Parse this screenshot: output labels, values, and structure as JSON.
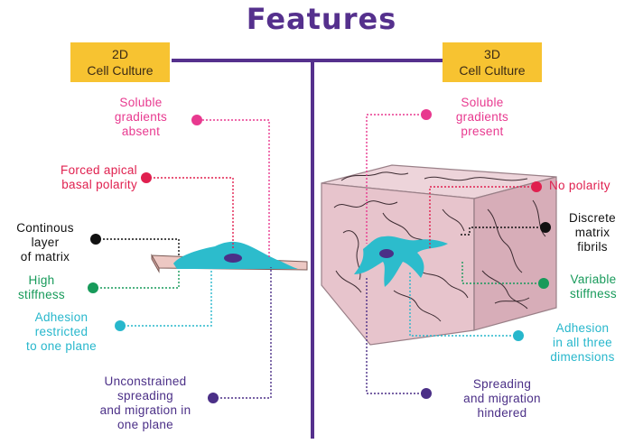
{
  "title": "Features",
  "columns": {
    "left": {
      "line1": "2D",
      "line2": "Cell Culture"
    },
    "right": {
      "line1": "3D",
      "line2": "Cell Culture"
    }
  },
  "left_labels": {
    "soluble": [
      "Soluble",
      "gradients",
      "absent"
    ],
    "polarity": [
      "Forced apical",
      "basal polarity"
    ],
    "matrix": [
      "Continous",
      "layer",
      "of matrix"
    ],
    "stiffness": [
      "High",
      "stiffness"
    ],
    "adhesion": [
      "Adhesion",
      "restricted",
      "to one plane"
    ],
    "spreading": [
      "Unconstrained",
      "spreading",
      "and migration in",
      "one plane"
    ]
  },
  "right_labels": {
    "soluble": [
      "Soluble",
      "gradients",
      "present"
    ],
    "polarity": [
      "No polarity"
    ],
    "matrix": [
      "Discrete",
      "matrix",
      "fibrils"
    ],
    "stiffness": [
      "Variable",
      "stiffness"
    ],
    "adhesion": [
      "Adhesion",
      "in all three",
      "dimensions"
    ],
    "spreading": [
      "Spreading",
      "and migration",
      "hindered"
    ]
  },
  "colors": {
    "title": "#55308d",
    "box": "#f7c331",
    "pink": "#e8398f",
    "red": "#e0204f",
    "black": "#111111",
    "green": "#179a5a",
    "cyan": "#27b7cc",
    "purple": "#4b2f87",
    "cell": "#2cbccc",
    "nucleus": "#4b2f87",
    "cube": "#e7c4cc"
  }
}
